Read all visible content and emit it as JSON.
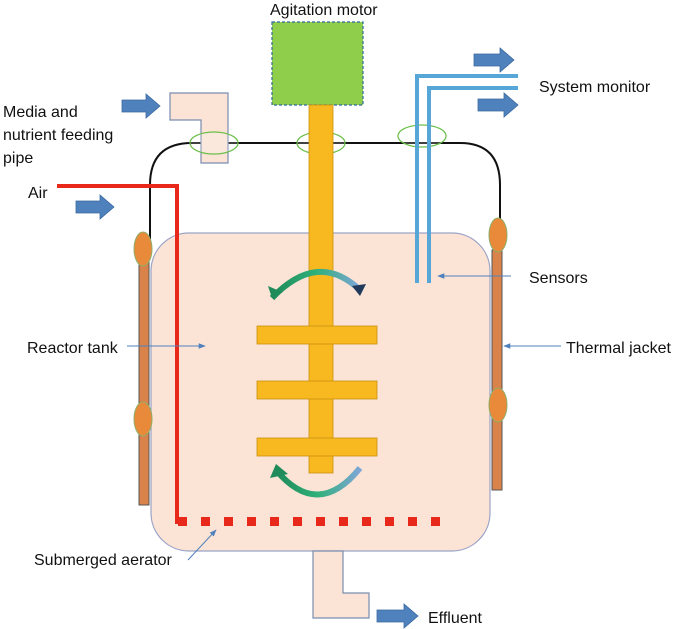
{
  "labels": {
    "agitation_motor": "Agitation motor",
    "system_monitor": "System monitor",
    "media_line1": "Media and",
    "media_line2": "nutrient feeding",
    "media_line3": "pipe",
    "air": "Air",
    "sensors": "Sensors",
    "reactor_tank": "Reactor tank",
    "thermal_jacket": "Thermal jacket",
    "submerged_aerator": "Submerged aerator",
    "effluent": "Effluent"
  },
  "colors": {
    "tank_fill": "#fbe3d5",
    "tank_stroke": "#9aa3c7",
    "motor": "#8fce4a",
    "shaft": "#f8b820",
    "air_line": "#e8281b",
    "sensor_line": "#56a7d8",
    "jacket": "#d9824a",
    "seal": "#c5e6b0",
    "arrow": "#4f81bd",
    "rotation_arrow": "#1f8a5a",
    "pipe_fill": "#fbe3d5",
    "pipe_stroke": "#7a8db0"
  }
}
